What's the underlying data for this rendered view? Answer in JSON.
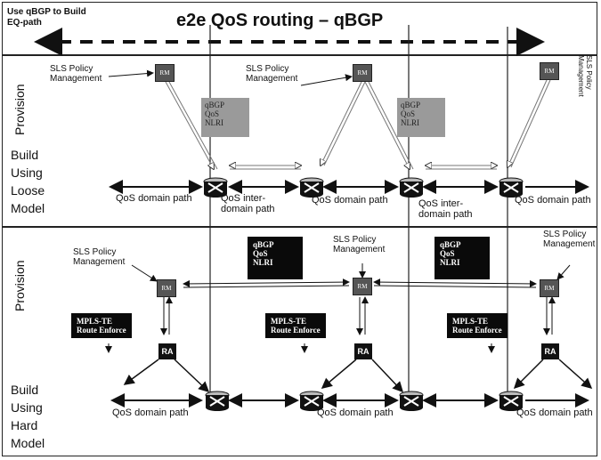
{
  "title": "e2e QoS routing – qBGP",
  "corner_label": [
    "Use qBGP to Build",
    "EQ-path"
  ],
  "top_section": {
    "provision_label": "Provision",
    "build_label": [
      "Build",
      "Using",
      "Loose",
      "Model"
    ],
    "sls_label": [
      "SLS Policy",
      "Management"
    ],
    "rm_label": "RM",
    "nlri_label": [
      "qBGP",
      "QoS",
      "NLRI"
    ],
    "domain_path_label": "QoS domain path",
    "inter_domain_label": [
      "QoS inter-",
      "domain path"
    ],
    "domain_path_cut_label": "QoS domain path"
  },
  "bottom_section": {
    "provision_label": "Provision",
    "build_label": [
      "Build",
      "Using",
      "Hard",
      "Model"
    ],
    "sls_label": [
      "SLS Policy",
      "Management"
    ],
    "rm_label": "RM",
    "ra_label": "RA",
    "nlri_label": [
      "qBGP",
      "QoS",
      "NLRI"
    ],
    "mpls_label": [
      "MPLS-TE",
      "Route Enforce"
    ],
    "domain_path_label": "QoS domain path"
  }
}
